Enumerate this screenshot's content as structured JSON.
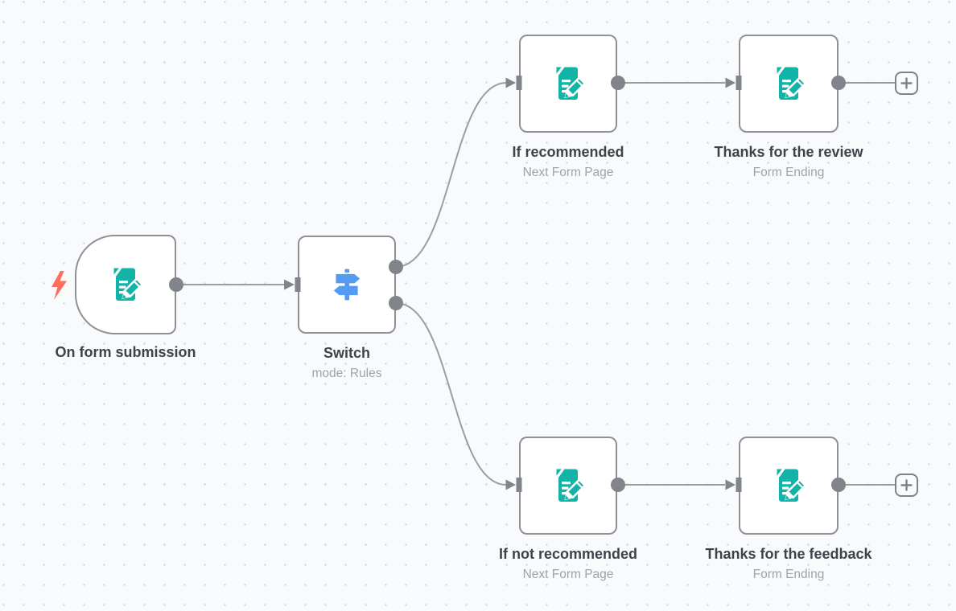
{
  "canvas": {
    "background": "#f9fafb",
    "grid_dot_color": "#ccced8"
  },
  "colors": {
    "node_border": "#8e9097",
    "connector_line": "#9b9da3",
    "port_gray": "#82848b",
    "label_text": "#3f424b",
    "subtitle_text": "#9fa2aa",
    "form_icon_teal": "#13b3a8",
    "switch_icon_blue": "#559bf2",
    "trigger_bolt_red": "#ff6e5c"
  },
  "nodes": [
    {
      "id": "on-form-submission",
      "label": "On form submission",
      "subtitle": "",
      "icon": "form-pencil-icon",
      "kind": "trigger"
    },
    {
      "id": "switch",
      "label": "Switch",
      "subtitle": "mode: Rules",
      "icon": "signpost-icon",
      "kind": "regular"
    },
    {
      "id": "if-recommended",
      "label": "If recommended",
      "subtitle": "Next Form Page",
      "icon": "form-pencil-icon",
      "kind": "regular"
    },
    {
      "id": "thanks-review",
      "label": "Thanks for the review",
      "subtitle": "Form Ending",
      "icon": "form-pencil-icon",
      "kind": "regular"
    },
    {
      "id": "if-not-recommended",
      "label": "If not recommended",
      "subtitle": "Next Form Page",
      "icon": "form-pencil-icon",
      "kind": "regular"
    },
    {
      "id": "thanks-feedback",
      "label": "Thanks for the feedback",
      "subtitle": "Form Ending",
      "icon": "form-pencil-icon",
      "kind": "regular"
    }
  ],
  "connections": [
    "on-form-submission to switch",
    "switch output 0 to if-recommended",
    "switch output 1 to if-not-recommended",
    "if-recommended to thanks-review",
    "thanks-review to add-node",
    "if-not-recommended to thanks-feedback",
    "thanks-feedback to add-node"
  ],
  "plus_button": {
    "label": "+"
  }
}
